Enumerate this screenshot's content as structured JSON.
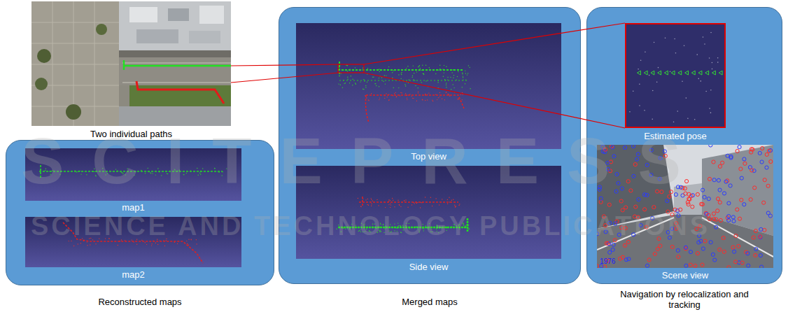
{
  "diagram": {
    "nodes": [
      {
        "text": [
          "Two individual paths"
        ]
      },
      {
        "text": [
          "Reconstructed maps"
        ]
      },
      {
        "text": [
          "map1"
        ],
        "in": 1
      },
      {
        "text": [
          "map2"
        ],
        "in": 1
      },
      {
        "text": [
          "Merged maps"
        ]
      },
      {
        "text": [
          "Top view"
        ],
        "in": 4
      },
      {
        "text": [
          "Side view"
        ],
        "in": 4
      },
      {
        "text": [
          "Navigation by relocalization and tracking"
        ]
      },
      {
        "text": [
          "Estimated pose"
        ],
        "in": 7
      },
      {
        "text": [
          "Scene view"
        ],
        "in": 7
      }
    ],
    "edges": [
      {
        "from": 0,
        "to": 5,
        "arrow": "none"
      },
      {
        "from": 5,
        "to": 8,
        "arrow": "none"
      }
    ],
    "labels": [
      "1976",
      "SCITEPRESS",
      "SCIENCE AND TECHNOLOGY PUBLICATIONS"
    ]
  }
}
